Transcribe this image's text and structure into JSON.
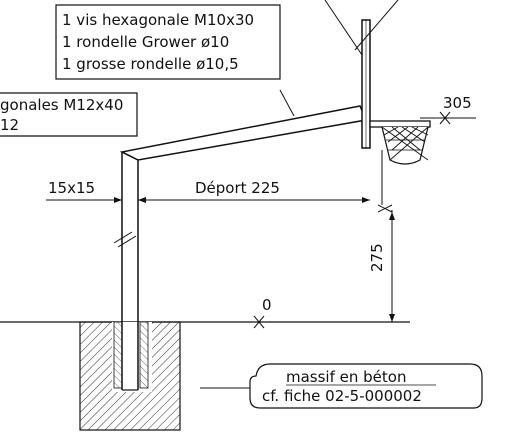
{
  "callout_top": {
    "line1": "1 vis hexagonale M10x30",
    "line2": "1 rondelle Grower ø10",
    "line3": "1 grosse rondelle ø10,5"
  },
  "callout_left": {
    "line1": "gonales M12x40",
    "line2": "12"
  },
  "dimensions": {
    "tube_section": "15x15",
    "deport": "Déport 225",
    "hoop_height": "305",
    "post_height": "275",
    "ground_level": "0"
  },
  "foundation_callout": {
    "line1": "massif en béton",
    "line2": "cf. fiche 02-5-000002"
  }
}
